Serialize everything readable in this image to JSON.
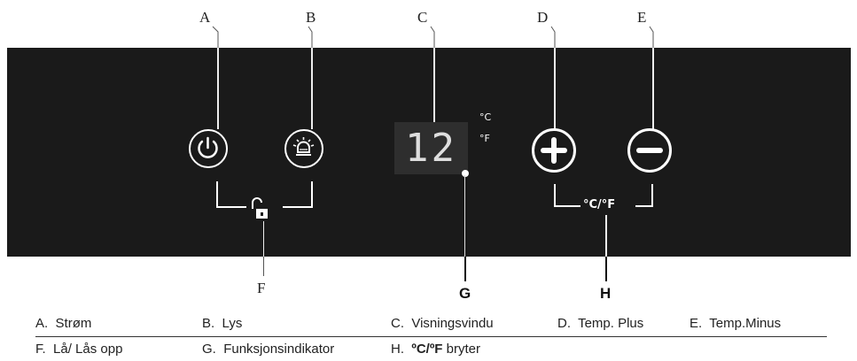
{
  "callouts": {
    "a": "A",
    "b": "B",
    "c": "C",
    "d": "D",
    "e": "E",
    "f": "F",
    "g": "G",
    "h": "H"
  },
  "display": {
    "digits": "12",
    "unit_c": "°C",
    "unit_f": "°F"
  },
  "cf_bracket_label": "°C/°F",
  "legend": {
    "row1": [
      {
        "key": "A.",
        "label": "Strøm"
      },
      {
        "key": "B.",
        "label": "Lys"
      },
      {
        "key": "C.",
        "label": "Visningsvindu"
      },
      {
        "key": "D.",
        "label": "Temp. Plus"
      },
      {
        "key": "E.",
        "label": "Temp.Minus"
      }
    ],
    "row2": [
      {
        "key": "F.",
        "label": "Lå/ Lås opp"
      },
      {
        "key": "G.",
        "label": "Funksjonsindikator"
      },
      {
        "key": "H.",
        "label_bold": "ºC/ºF",
        "label_rest": "bryter"
      }
    ]
  },
  "icons": [
    "power-icon",
    "light-icon",
    "plus-icon",
    "minus-icon",
    "lock-icon",
    "indicator-dot-icon"
  ],
  "colors": {
    "panel": "#1a1a1a",
    "icon": "#ffffff",
    "display_bg": "#2e2e2e",
    "display_text": "#dedede"
  }
}
